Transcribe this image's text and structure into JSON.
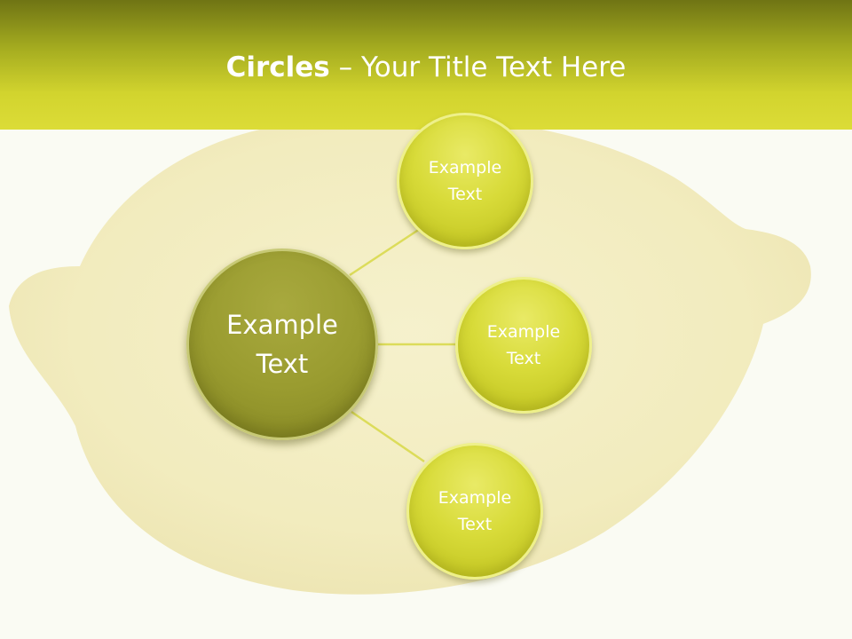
{
  "slide": {
    "title_bold": "Circles",
    "title_rest": " – Your Title Text Here"
  },
  "diagram": {
    "center": {
      "label": "Example\nText"
    },
    "nodes": [
      {
        "label": "Example\nText"
      },
      {
        "label": "Example\nText"
      },
      {
        "label": "Example\nText"
      }
    ]
  },
  "colors": {
    "header_top": "#6f7414",
    "header_bottom": "#dcdc37",
    "center_circle": "#9a9c30",
    "node_circle": "#d8db39",
    "connector": "#dcdc5a",
    "lemon": "#f4eec2"
  }
}
